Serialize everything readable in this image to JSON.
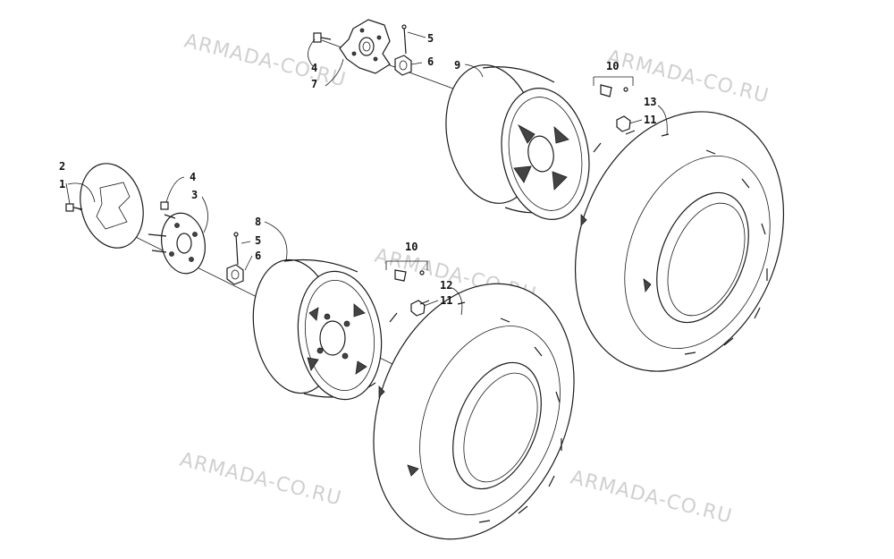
{
  "watermark_text": "ARMADA-CO.RU",
  "callouts": {
    "c1": "1",
    "c2": "2",
    "c3": "3",
    "c4a": "4",
    "c4b": "4",
    "c5a": "5",
    "c5b": "5",
    "c6a": "6",
    "c6b": "6",
    "c7": "7",
    "c8": "8",
    "c9": "9",
    "c10a": "10",
    "c10b": "10",
    "c11a": "11",
    "c11b": "11",
    "c12": "12",
    "c13": "13"
  }
}
